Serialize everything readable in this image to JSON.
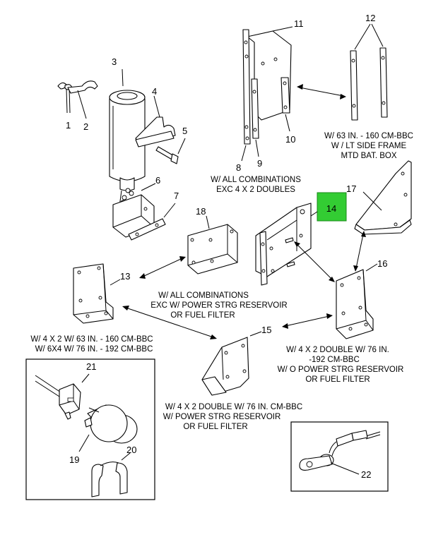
{
  "callouts": {
    "c1": "1",
    "c2": "2",
    "c3": "3",
    "c4": "4",
    "c5": "5",
    "c6": "6",
    "c7": "7",
    "c8": "8",
    "c9": "9",
    "c10": "10",
    "c11": "11",
    "c12": "12",
    "c13": "13",
    "c14": "14",
    "c15": "15",
    "c16": "16",
    "c17": "17",
    "c18": "18",
    "c19": "19",
    "c20": "20",
    "c21": "21",
    "c22": "22"
  },
  "highlight": {
    "color": "#33cc33"
  },
  "captions": {
    "bracket_8_11": [
      "W/ ALL COMBINATIONS",
      "EXC 4 X 2 DOUBLES"
    ],
    "bracket_12": [
      "W/ 63 IN. - 160 CM-BBC",
      "W / LT SIDE FRAME",
      "MTD BAT. BOX"
    ],
    "center": [
      "W/ ALL COMBINATIONS",
      "EXC W/ POWER STRG RESERVOIR",
      "OR FUEL FILTER"
    ],
    "bracket_13": [
      "W/ 4 X 2 W/ 63 IN. - 160 CM-BBC",
      "W/ 6X4 W/ 76 IN. - 192 CM-BBC"
    ],
    "bracket_16": [
      "W/ 4 X 2 DOUBLE W/ 76 IN.",
      "-192 CM-BBC",
      "W/ O POWER STRG RESERVOIR",
      "OR FUEL FILTER"
    ],
    "bracket_15": [
      "W/ 4 X 2 DOUBLE W/ 76 IN. CM-BBC",
      "W/ POWER STRG RESERVOIR",
      "OR FUEL FILTER"
    ]
  }
}
